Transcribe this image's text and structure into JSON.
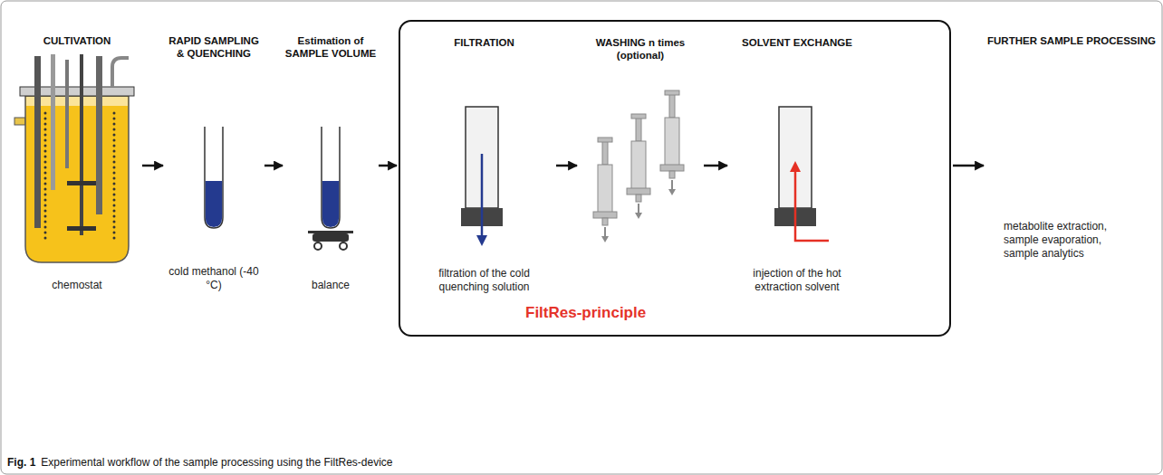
{
  "diagram": {
    "caption": "Experimental workflow of the sample processing using the FiltRes-device",
    "nodes": [
      {
        "text": [
          "CULTIVATION",
          "chemostat"
        ]
      },
      {
        "text": [
          "RAPID SAMPLING & QUENCHING",
          "cold methanol (-40 °C)"
        ]
      },
      {
        "text": [
          "Estimation of SAMPLE VOLUME",
          "balance"
        ]
      },
      {
        "text": [
          "FiltRes-principle"
        ]
      },
      {
        "text": [
          "FILTRATION",
          "filtration of the cold quenching solution"
        ],
        "in": 3
      },
      {
        "text": [
          "WASHING n times (optional)"
        ],
        "in": 3
      },
      {
        "text": [
          "SOLVENT EXCHANGE",
          "injection of the hot extraction solvent"
        ],
        "in": 3
      },
      {
        "text": [
          "FURTHER SAMPLE PROCESSING",
          "metabolite extraction, sample evaporation, sample analytics"
        ]
      }
    ],
    "edges": [
      {
        "from": 0,
        "to": 1,
        "arrow": "to"
      },
      {
        "from": 1,
        "to": 2,
        "arrow": "to"
      },
      {
        "from": 2,
        "to": 3,
        "arrow": "to"
      },
      {
        "from": 4,
        "to": 5,
        "arrow": "to"
      },
      {
        "from": 5,
        "to": 6,
        "arrow": "to"
      },
      {
        "from": 3,
        "to": 7,
        "arrow": "to"
      }
    ],
    "labels": [
      "Fig. 1"
    ]
  }
}
